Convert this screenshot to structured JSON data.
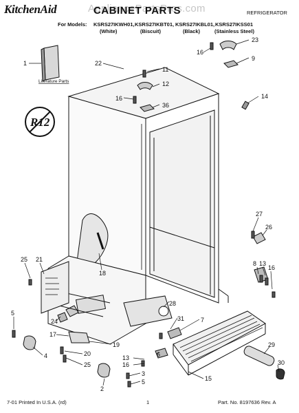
{
  "header": {
    "brand": "KitchenAid",
    "title": "CABINET PARTS",
    "doc_type": "REFRIGERATOR",
    "watermark": "AppliancePartsPros.com"
  },
  "models": {
    "label": "For Models:",
    "items": [
      {
        "model": "KSRS27IKWH01,",
        "color": "(White)"
      },
      {
        "model": "KSRS27IKBT01,",
        "color": "(Biscuit)"
      },
      {
        "model": "KSRS27IKBL01,",
        "color": "(Black)"
      },
      {
        "model": "KSRS27IKSS01",
        "color": "(Stainless Steel)"
      }
    ]
  },
  "diagram": {
    "literature_label": "Literature Parts",
    "refrigerant_badge": "R12",
    "callouts": [
      "1",
      "22",
      "23",
      "16",
      "9",
      "11",
      "12",
      "16",
      "36",
      "14",
      "27",
      "26",
      "8",
      "13",
      "16",
      "25",
      "21",
      "18",
      "28",
      "31",
      "7",
      "5",
      "24",
      "17",
      "19",
      "6",
      "13",
      "16",
      "29",
      "4",
      "20",
      "25",
      "3",
      "5",
      "15",
      "30",
      "2"
    ]
  },
  "footer": {
    "left": "7-01 Printed In U.S.A. (rd)",
    "page": "1",
    "part_no": "Part. No. 8197636 Rev. A"
  }
}
